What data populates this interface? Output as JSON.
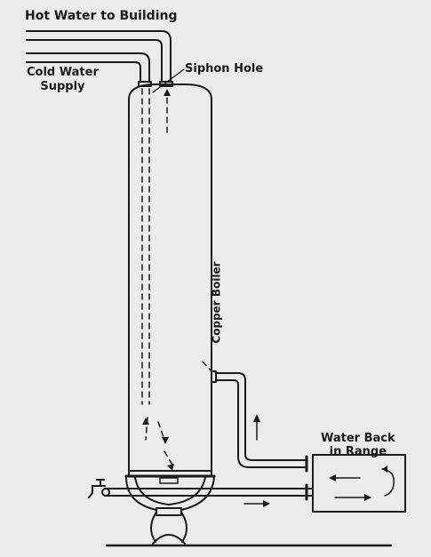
{
  "labels": {
    "hot_water": "Hot Water to Building",
    "cold_water_line1": "Cold Water",
    "cold_water_line2": "Supply",
    "siphon_hole": "Siphon Hole",
    "copper_boiler": "Copper Boiler",
    "water_back_line1": "Water Back",
    "water_back_line2": "in Range"
  },
  "colors": {
    "background": "#ecebe7",
    "ink": "#1b1b1b"
  },
  "icons": {
    "faucet": "faucet-icon",
    "flow_arrows": "arrow-icon"
  }
}
